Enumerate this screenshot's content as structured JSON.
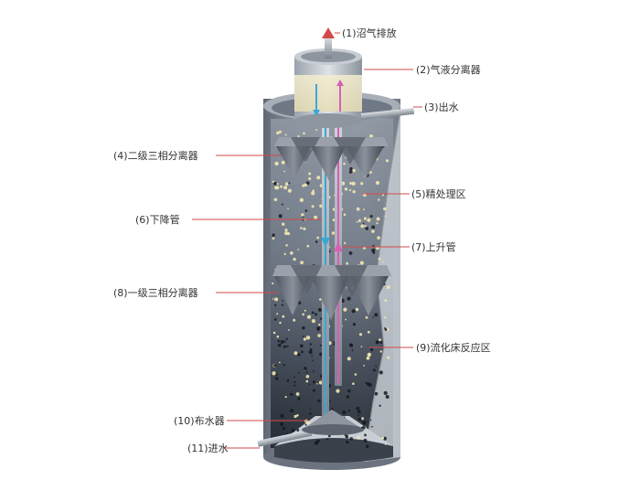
{
  "labels": {
    "gas": "(1)沼气排放",
    "gas_liquid": "(2)气液分离器",
    "outlet": "(3)出水",
    "second_sep": "(4)二级三相分离器",
    "fine_zone": "(5)精处理区",
    "downcomer": "(6)下降管",
    "riser": "(7)上升管",
    "first_sep": "(8)一级三相分离器",
    "fluid_zone": "(9)流化床反应区",
    "distributor": "(10)布水器",
    "inlet": "(11)进水"
  },
  "colors": {
    "tank": "#7d8693",
    "label_line": "#d24a4a",
    "downflow": "#3aa6d8",
    "upflow": "#d65fb6",
    "bubble": "#f2e7b0",
    "sludge": "#151a20"
  }
}
